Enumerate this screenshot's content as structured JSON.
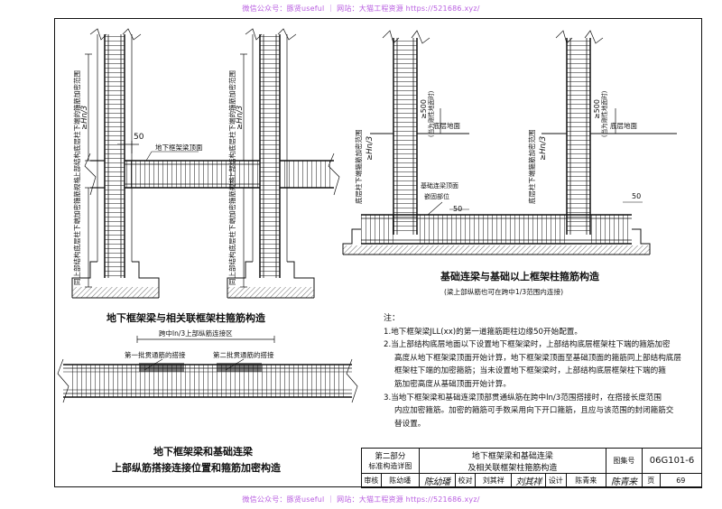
{
  "watermark": {
    "top": "微信公众号：豚贤useful ｜ 网站：大猫工程资源 https://521686.xyz/",
    "bottom": "微信公众号：豚贤useful ｜ 网站：大猫工程资源 https://521686.xyz/"
  },
  "fig1": {
    "label_50": "50",
    "beam_label": "地下框架梁顶面",
    "left_upper": "上部结构底层柱下端的箍筋加密范围",
    "left_upper_formula": "≥Hn/3",
    "left_lower": "同上部结构底层柱下端加密箍筋规格",
    "right_upper": "上部结构底层柱下端的箍筋加密范围",
    "right_upper_formula": "≥Hn/3",
    "right_lower": "同上部结构底层柱下端加密箍筋规格",
    "caption": "地下框架梁与相关联框架柱箍筋构造"
  },
  "fig2": {
    "span_label": "跨中ln/3上部纵筋连接区",
    "splice1": "第一批贯通筋的搭接",
    "splice2": "第二批贯通筋的搭接",
    "caption_line1": "地下框架梁和基础连梁",
    "caption_line2": "上部纵筋搭接连接位置和箍筋加密构造"
  },
  "fig3": {
    "ground": "底层地面",
    "dim_500": "≥500",
    "dim_500_note": "(当为刚性地面时)",
    "column_text": "底层柱下端箍筋加密范围",
    "column_formula": "≥Hn/3",
    "tie_beam_top": "基础连梁顶面",
    "embed": "嵌固部位",
    "label_50": "50",
    "caption": "基础连梁与基础以上框架柱箍筋构造",
    "subcaption": "(梁上部纵筋也可在跨中1/3范围内连接)"
  },
  "notes": {
    "heading": "注：",
    "items": [
      "1.地下框架梁JLL(xx)的第一道箍筋距柱边缘50开始配置。",
      "2.当上部结构底层地面以下设置地下框架梁时，上部结构底层框架柱下端的箍筋加密",
      "高度从地下框架梁顶面开始计算，地下框架梁顶面至基础顶面的箍筋同上部结构底层",
      "框架柱下端的加密箍筋；当未设置地下框架梁时，上部结构底层框架柱下端的箍",
      "筋加密高度从基础顶面开始计算。",
      "3.当地下框架梁和基础连梁顶部贯通纵筋在跨中ln/3范围搭接时，在搭接长度范围",
      "内应加密箍筋。加密的箍筋可手数采用向下开口箍筋，且应与该范围的封闭箍筋交",
      "替设置。"
    ]
  },
  "title_block": {
    "part": "第二部分",
    "part_sub": "标准构造详图",
    "title_line1": "地下框架梁和基础连梁",
    "title_line2": "及相关联框架柱箍筋构造",
    "atlas_label": "图集号",
    "atlas_no": "06G101-6",
    "review_label": "审核",
    "reviewer": "陈幼璠",
    "reviewer_sign": "陈幼璠",
    "check_label": "校对",
    "checker": "刘其祥",
    "checker_sign": "刘其祥",
    "design_label": "设计",
    "designer": "陈青来",
    "designer_sign": "陈青来",
    "page_label": "页",
    "page_no": "69"
  }
}
